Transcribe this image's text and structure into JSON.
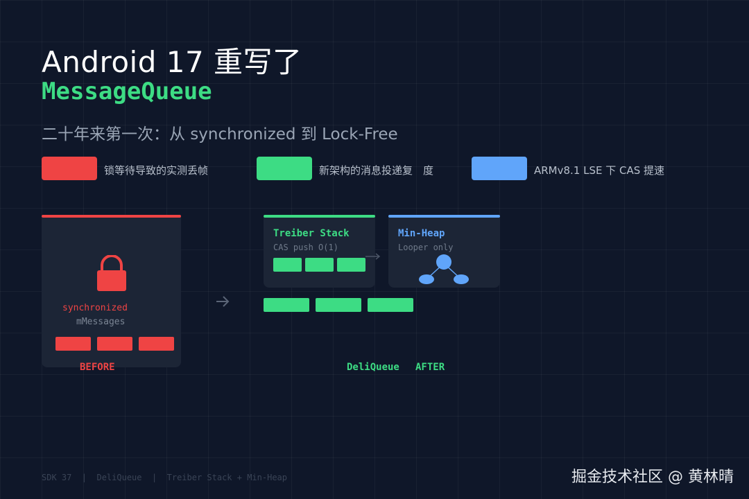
{
  "header": {
    "title": "Android 17 重写了",
    "title_code": "MessageQueue",
    "subtitle": "二十年来第一次：从 synchronized 到 Lock-Free"
  },
  "legend": [
    {
      "label": "锁等待导致的实测丢帧",
      "color": "#ef4444"
    },
    {
      "label": "新架构的消息投递复　度",
      "color": "#3ddc84"
    },
    {
      "label": "ARMv8.1 LSE 下 CAS 提速",
      "color": "#60a5fa"
    }
  ],
  "before_panel": {
    "keyword": "synchronized",
    "field": "mMessages",
    "caption": "BEFORE"
  },
  "arrow_glyph": "→",
  "treiber_panel": {
    "title": "Treiber Stack",
    "subtitle": "CAS push O(1)"
  },
  "minheap_panel": {
    "title": "Min-Heap",
    "subtitle": "Looper only"
  },
  "after_caption": {
    "name": "DeliQueue",
    "label": "AFTER"
  },
  "footer": {
    "meta": "SDK 37  |  DeliQueue  |  Treiber Stack + Min-Heap",
    "watermark": "掘金技术社区 @ 黄林晴"
  },
  "colors": {
    "background": "#0f1729",
    "red": "#ef4444",
    "green": "#3ddc84",
    "blue": "#60a5fa",
    "panel": "#1c2536"
  },
  "icons": [
    "lock-icon",
    "arrow-right-icon",
    "connector-arrow-icon",
    "heap-tree-icon"
  ]
}
